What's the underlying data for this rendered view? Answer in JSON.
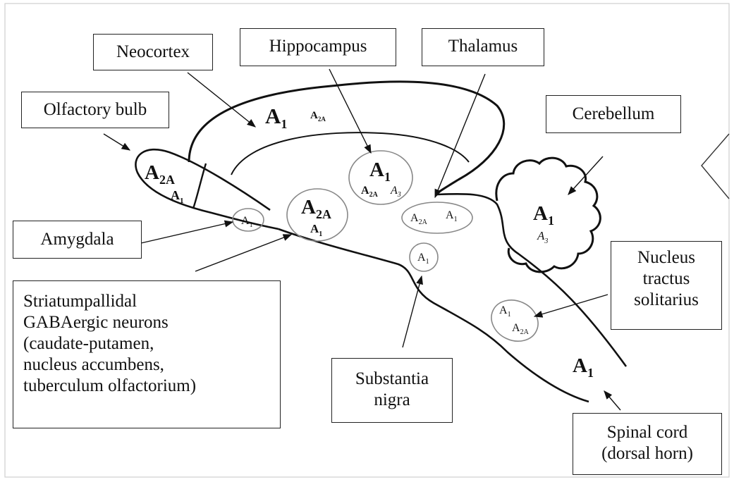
{
  "labels": {
    "neocortex": "Neocortex",
    "hippocampus": "Hippocampus",
    "thalamus": "Thalamus",
    "olfactory_bulb": "Olfactory bulb",
    "cerebellum": "Cerebellum",
    "amygdala": "Amygdala",
    "nucleus_tractus_solitarius": [
      "Nucleus",
      "tractus",
      "solitarius"
    ],
    "striatum": [
      "Striatumpallidal",
      "GABAergic neurons",
      "(caudate-putamen,",
      "nucleus accumbens,",
      "tuberculum olfactorium)"
    ],
    "substantia_nigra": [
      "Substantia",
      "nigra"
    ],
    "spinal_cord": [
      "Spinal cord",
      "(dorsal horn)"
    ]
  },
  "receptors": {
    "neocortex": {
      "major": "A",
      "major_sub": "1",
      "minor": "A",
      "minor_sub": "2A"
    },
    "olfactory_bulb": {
      "major": "A",
      "major_sub": "2A",
      "minor": "A",
      "minor_sub": "1"
    },
    "hippocampus": {
      "major": "A",
      "major_sub": "1",
      "minor1": "A",
      "minor1_sub": "2A",
      "minor2": "A",
      "minor2_sub": "3"
    },
    "striatum": {
      "major": "A",
      "major_sub": "2A",
      "minor": "A",
      "minor_sub": "1"
    },
    "amygdala": {
      "label": "A",
      "sub": "1"
    },
    "thalamus": {
      "label1": "A",
      "sub1": "2A",
      "label2": "A",
      "sub2": "1"
    },
    "substantia_nigra": {
      "label": "A",
      "sub": "1"
    },
    "cerebellum": {
      "major": "A",
      "major_sub": "1",
      "minor": "A",
      "minor_sub": "3"
    },
    "nts": {
      "label1": "A",
      "sub1": "1",
      "label2": "A",
      "sub2": "2A"
    },
    "spinal_cord": {
      "major": "A",
      "major_sub": "1"
    }
  }
}
